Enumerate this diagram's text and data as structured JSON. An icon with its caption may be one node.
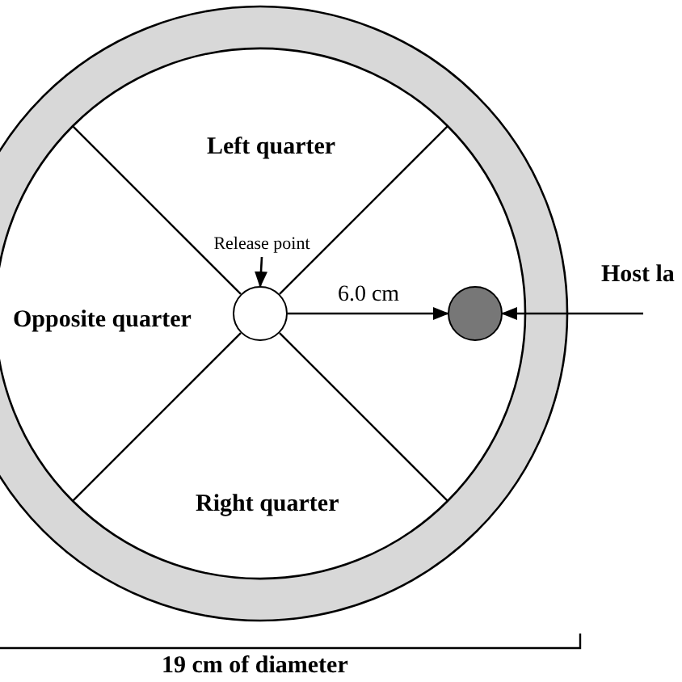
{
  "diagram": {
    "nodes": [
      {
        "text": [
          "Release point"
        ]
      },
      {
        "text": [],
        "shape": "circle"
      },
      {
        "text": [],
        "shape": "circle"
      },
      {
        "text": [
          "Host la"
        ]
      }
    ],
    "edges": [
      {
        "from": 0,
        "to": 1,
        "arrow": "to"
      },
      {
        "from": 1,
        "to": 2,
        "arrow": "to",
        "label": "6.0 cm"
      },
      {
        "from": 3,
        "to": 2,
        "arrow": "to"
      }
    ],
    "labels": [
      "Left quarter",
      "Opposite quarter",
      "Right quarter",
      "19 cm of diameter"
    ]
  }
}
